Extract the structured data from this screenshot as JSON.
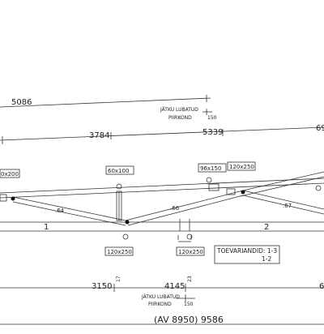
{
  "dimensions": {
    "top_left": "5086",
    "mid_left": "3784",
    "mid_right": "5339",
    "mid_far": "69",
    "bottom_left": "3150",
    "bottom_mid": "4145",
    "bottom_far": "6",
    "small_17": "17",
    "small_23": "23",
    "small_150_a": "150",
    "small_150_b": "150",
    "total": "(AV 8950) 9586"
  },
  "notes": {
    "splice_top_line1": "JÄTKU LUBATUD",
    "splice_top_line2": "PIIRKOND",
    "splice_bottom_line1": "JÄTKU LUBATUD",
    "splice_bottom_line2": "PIIRKOND"
  },
  "member_sizes": {
    "left_edge": "0x200",
    "web_left": "60x100",
    "top_right_a": "96x150",
    "top_right_b": "120x250",
    "bottom_left": "120x250",
    "bottom_mid": "120x250"
  },
  "slopes": {
    "s1": ".64",
    "s2": ".66",
    "s3": ".67"
  },
  "panels": {
    "p1": "1",
    "p2": "2"
  },
  "variants": {
    "line1": "TOEVARIANDID: 1-3",
    "line2": "1-2"
  }
}
